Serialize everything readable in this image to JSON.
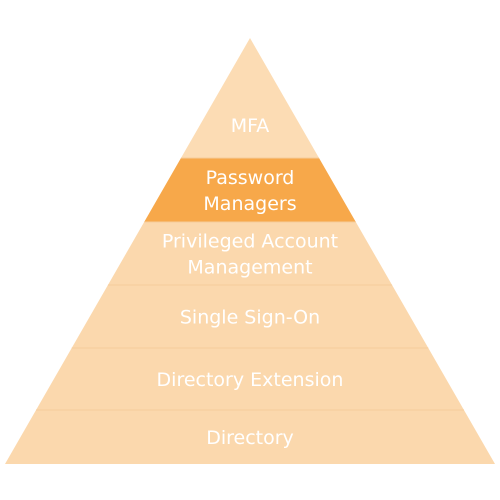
{
  "pyramid": {
    "levels": [
      {
        "lines": [
          "MFA"
        ],
        "color": "#fcdcb4"
      },
      {
        "lines": [
          "Password",
          "Managers"
        ],
        "color": "#f7a84a",
        "highlighted": true
      },
      {
        "lines": [
          "Privileged Account",
          "Management"
        ],
        "color": "#fbd8ad"
      },
      {
        "lines": [
          "Single Sign-On"
        ],
        "color": "#fbd8ad"
      },
      {
        "lines": [
          "Directory Extension"
        ],
        "color": "#fbd8ad"
      },
      {
        "lines": [
          "Directory"
        ],
        "color": "#fbd8ad"
      }
    ],
    "separator_color": "#f6cc9a"
  }
}
